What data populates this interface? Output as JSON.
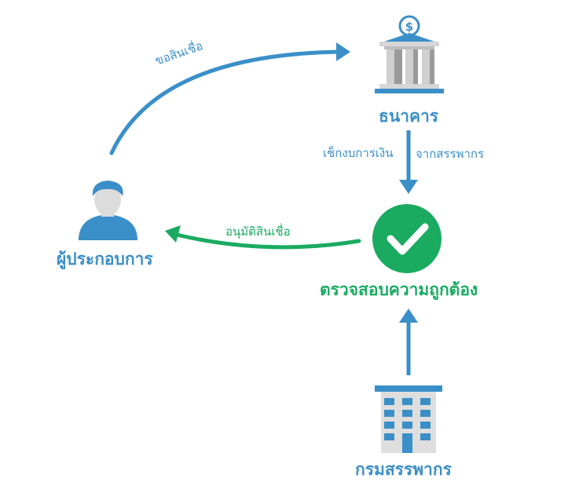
{
  "nodes": {
    "bank": {
      "label": "ธนาคาร"
    },
    "entrepreneur": {
      "label": "ผู้ประกอบการ"
    },
    "verify": {
      "label": "ตรวจสอบความถูกต้อง"
    },
    "revenue_dept": {
      "label": "กรมสรรพากร"
    }
  },
  "edges": {
    "request_credit": {
      "label": "ขอสินเชื่อ"
    },
    "check_budget": {
      "label": "เช็กงบการเงิน"
    },
    "from_revenue": {
      "label": "จากสรรพากร"
    },
    "approve_credit": {
      "label": "อนุมัติสินเชื่อ"
    }
  },
  "icons": {
    "bank": "bank-icon",
    "user": "user-icon",
    "check": "check-circle-icon",
    "building": "office-building-icon",
    "dollar": "$"
  },
  "colors": {
    "blue": "#3a8fc8",
    "green": "#1aab61",
    "bank_grey": "#d6d6d6",
    "bank_dark": "#9a9a9a"
  }
}
